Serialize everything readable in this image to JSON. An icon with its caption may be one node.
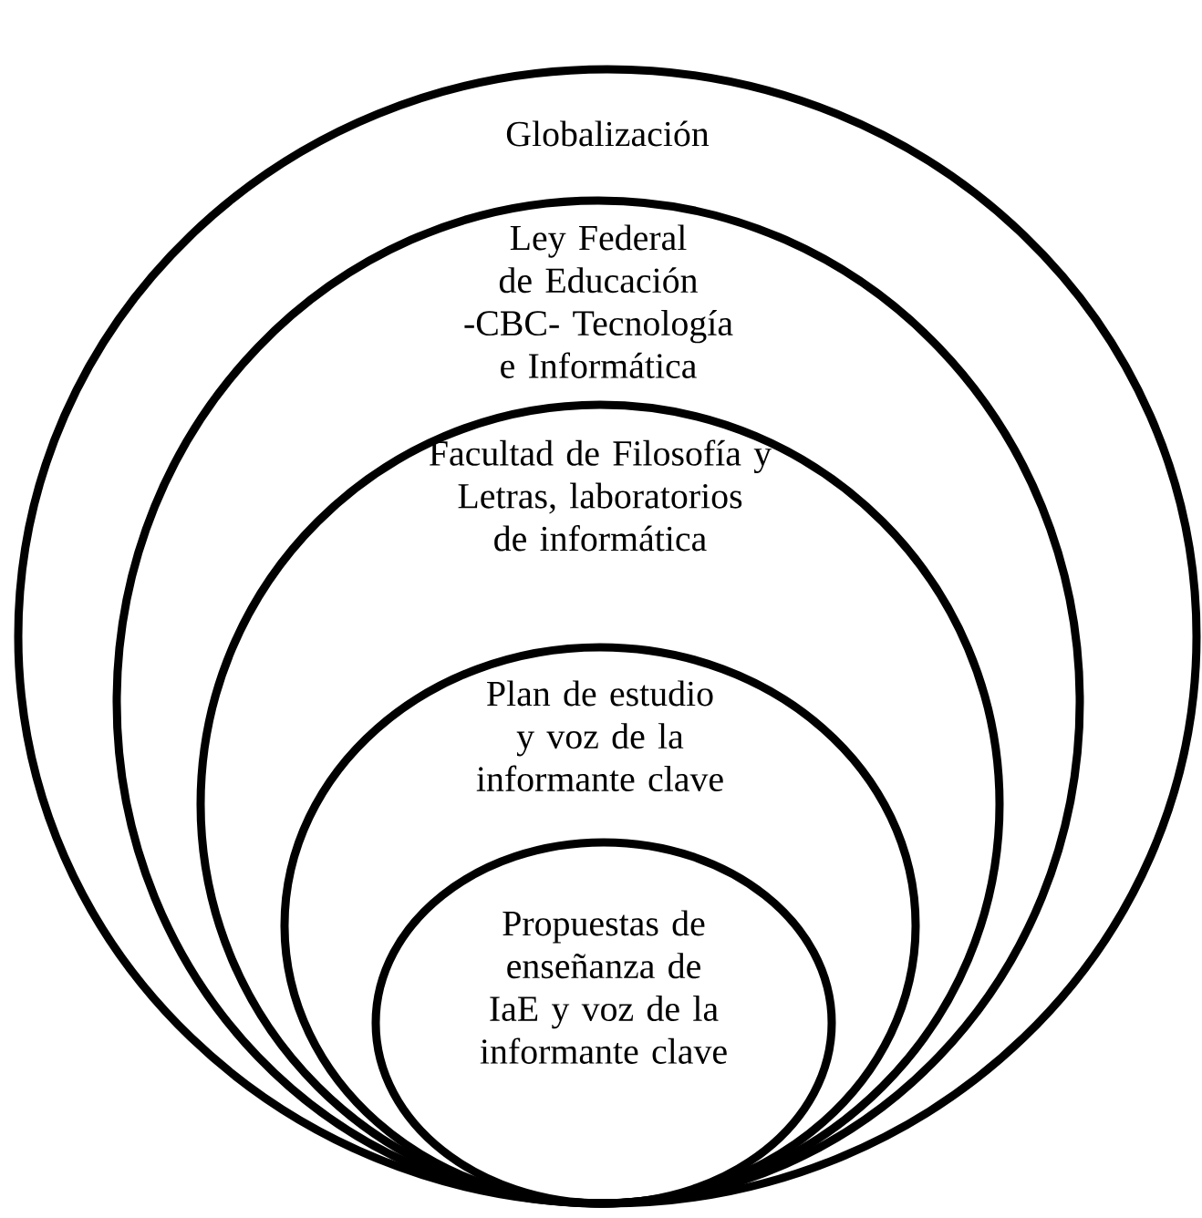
{
  "diagram": {
    "nodes": [
      {
        "text": [
          "Globalización"
        ]
      },
      {
        "text": [
          "Ley Federal de Educación -CBC- Tecnología e Informática"
        ],
        "in": 0
      },
      {
        "text": [
          "Facultad de Filosofía y Letras, laboratorios de informática"
        ],
        "in": 1
      },
      {
        "text": [
          "Plan de estudio y voz de la informante clave"
        ],
        "in": 2
      },
      {
        "text": [
          "Propuestas de enseñanza de IaE y voz de la informante clave"
        ],
        "in": 3
      }
    ]
  }
}
